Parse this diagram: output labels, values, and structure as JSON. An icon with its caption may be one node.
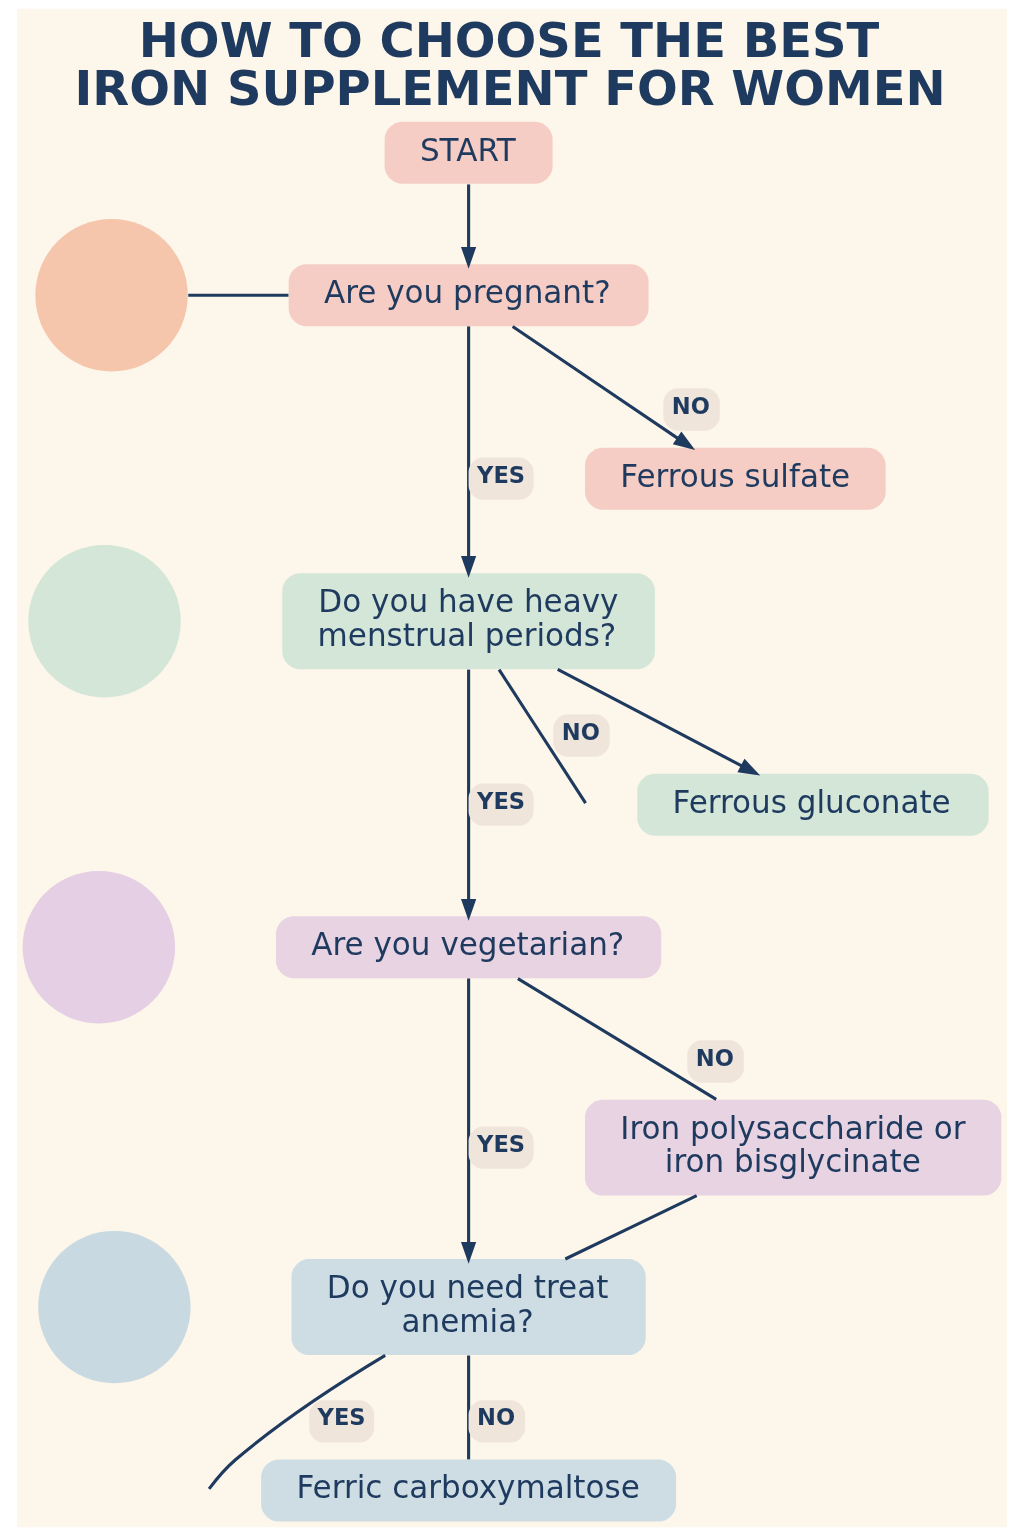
{
  "diagram": {
    "title": "HOW TO CHOOSE THE BEST IRON SUPPLEMENT FOR WOMEN",
    "nodes": [
      {
        "text": [
          "START"
        ]
      },
      {
        "text": [
          "Are you pregnant?"
        ]
      },
      {
        "text": [],
        "shape": "circle"
      },
      {
        "text": [
          "Ferrous sulfate"
        ]
      },
      {
        "text": [
          "Do you have heavy menstrual periods?"
        ]
      },
      {
        "text": [],
        "shape": "circle"
      },
      {
        "text": [
          "Ferrous gluconate"
        ]
      },
      {
        "text": [
          "Are you vegetarian?"
        ]
      },
      {
        "text": [],
        "shape": "circle"
      },
      {
        "text": [
          "Iron polysaccharide or iron bisglycinate"
        ]
      },
      {
        "text": [
          "Do you need treat anemia?"
        ]
      },
      {
        "text": [],
        "shape": "circle"
      },
      {
        "text": [
          "Ferric carboxymaltose"
        ]
      }
    ],
    "edges": [
      {
        "from": 0,
        "to": 1,
        "arrow": "to"
      },
      {
        "from": 2,
        "to": 1,
        "arrow": "none"
      },
      {
        "from": 1,
        "to": 4,
        "label": "YES",
        "arrow": "to"
      },
      {
        "from": 1,
        "to": 3,
        "label": "NO",
        "arrow": "to"
      },
      {
        "from": 4,
        "to": 7,
        "label": "YES",
        "arrow": "to"
      },
      {
        "from": 4,
        "to": null,
        "label": "NO",
        "arrow": "none"
      },
      {
        "from": 4,
        "to": 6,
        "arrow": "to"
      },
      {
        "from": 7,
        "to": 10,
        "label": "YES",
        "arrow": "to"
      },
      {
        "from": 7,
        "to": 9,
        "label": "NO",
        "arrow": "none"
      },
      {
        "from": 9,
        "to": 10,
        "arrow": "none"
      },
      {
        "from": 10,
        "to": null,
        "label": "YES",
        "arrow": "none"
      },
      {
        "from": 10,
        "to": 12,
        "label": "NO",
        "arrow": "none"
      }
    ]
  }
}
